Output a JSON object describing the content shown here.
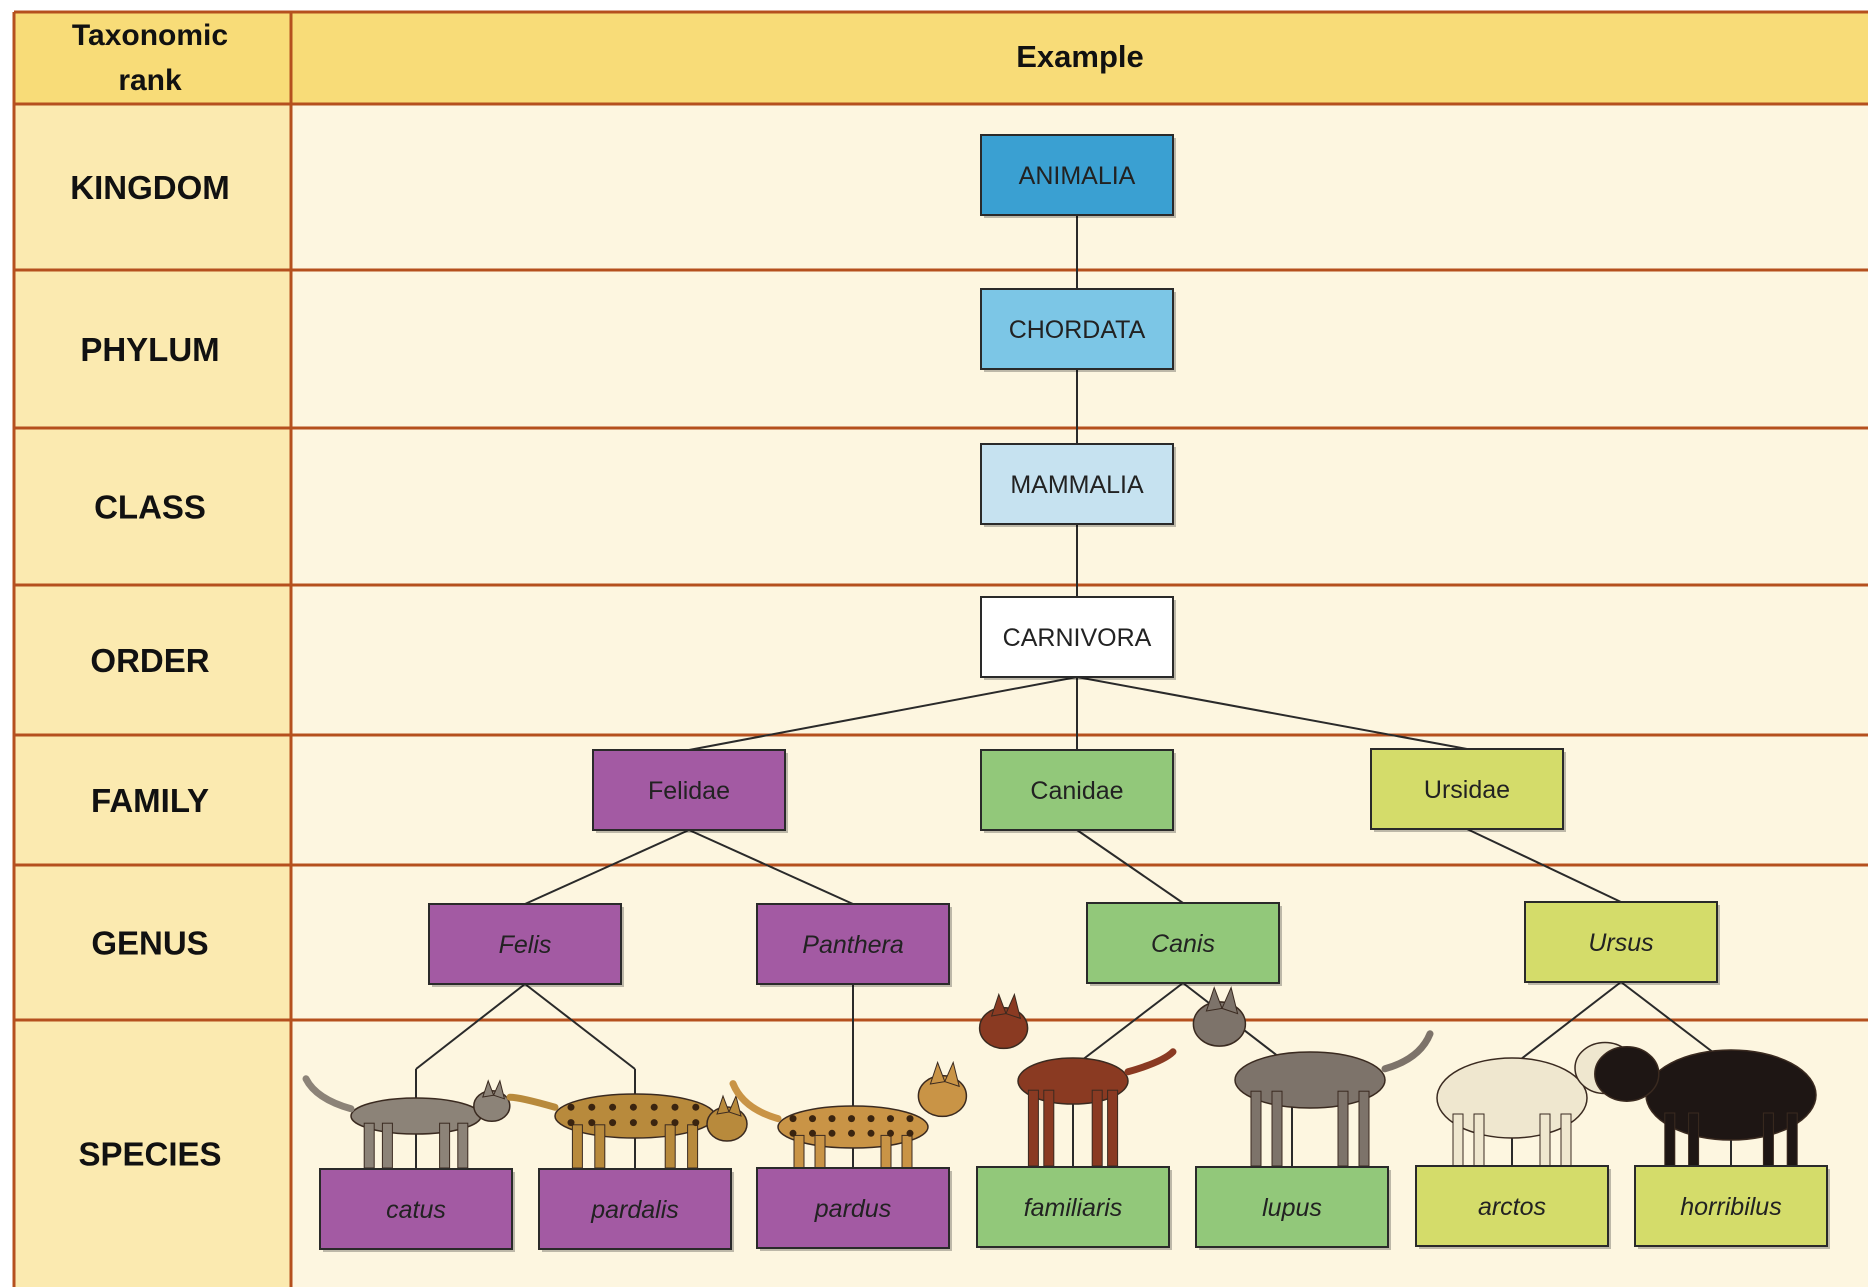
{
  "header": {
    "rank_label": "Taxonomic rank",
    "rank_label_line1": "Taxonomic",
    "rank_label_line2": "rank",
    "example_label": "Example"
  },
  "ranks": [
    "KINGDOM",
    "PHYLUM",
    "CLASS",
    "ORDER",
    "FAMILY",
    "GENUS",
    "SPECIES"
  ],
  "colors": {
    "header_bg": "#f8dc78",
    "rank_col_bg": "#fbeab0",
    "body_bg": "#fdf6e0",
    "grid_line": "#b5501e",
    "kingdom": "#3aa0d2",
    "phylum": "#7cc6e6",
    "class": "#c6e2f0",
    "order": "#ffffff",
    "felidae": "#a35aa3",
    "canidae": "#92c87a",
    "ursidae": "#d4dc6a"
  },
  "nodes": [
    {
      "id": "animalia",
      "label": "ANIMALIA",
      "rank": "KINGDOM",
      "color": "#3aa0d2",
      "italic": false
    },
    {
      "id": "chordata",
      "label": "CHORDATA",
      "rank": "PHYLUM",
      "color": "#7cc6e6",
      "italic": false
    },
    {
      "id": "mammalia",
      "label": "MAMMALIA",
      "rank": "CLASS",
      "color": "#c6e2f0",
      "italic": false
    },
    {
      "id": "carnivora",
      "label": "CARNIVORA",
      "rank": "ORDER",
      "color": "#ffffff",
      "italic": false
    },
    {
      "id": "felidae",
      "label": "Felidae",
      "rank": "FAMILY",
      "color": "#a35aa3",
      "italic": false
    },
    {
      "id": "canidae",
      "label": "Canidae",
      "rank": "FAMILY",
      "color": "#92c87a",
      "italic": false
    },
    {
      "id": "ursidae",
      "label": "Ursidae",
      "rank": "FAMILY",
      "color": "#d4dc6a",
      "italic": false
    },
    {
      "id": "felis",
      "label": "Felis",
      "rank": "GENUS",
      "color": "#a35aa3",
      "italic": true
    },
    {
      "id": "panthera",
      "label": "Panthera",
      "rank": "GENUS",
      "color": "#a35aa3",
      "italic": true
    },
    {
      "id": "canis",
      "label": "Canis",
      "rank": "GENUS",
      "color": "#92c87a",
      "italic": true
    },
    {
      "id": "ursus",
      "label": "Ursus",
      "rank": "GENUS",
      "color": "#d4dc6a",
      "italic": true
    },
    {
      "id": "catus",
      "label": "catus",
      "rank": "SPECIES",
      "color": "#a35aa3",
      "italic": true
    },
    {
      "id": "pardalis",
      "label": "pardalis",
      "rank": "SPECIES",
      "color": "#a35aa3",
      "italic": true
    },
    {
      "id": "pardus",
      "label": "pardus",
      "rank": "SPECIES",
      "color": "#a35aa3",
      "italic": true
    },
    {
      "id": "familiaris",
      "label": "familiaris",
      "rank": "SPECIES",
      "color": "#92c87a",
      "italic": true
    },
    {
      "id": "lupus",
      "label": "lupus",
      "rank": "SPECIES",
      "color": "#92c87a",
      "italic": true
    },
    {
      "id": "arctos",
      "label": "arctos",
      "rank": "SPECIES",
      "color": "#d4dc6a",
      "italic": true
    },
    {
      "id": "horribilus",
      "label": "horribilus",
      "rank": "SPECIES",
      "color": "#d4dc6a",
      "italic": true
    }
  ],
  "edges": [
    [
      "animalia",
      "chordata"
    ],
    [
      "chordata",
      "mammalia"
    ],
    [
      "mammalia",
      "carnivora"
    ],
    [
      "carnivora",
      "felidae"
    ],
    [
      "carnivora",
      "canidae"
    ],
    [
      "carnivora",
      "ursidae"
    ],
    [
      "felidae",
      "felis"
    ],
    [
      "felidae",
      "panthera"
    ],
    [
      "canidae",
      "canis"
    ],
    [
      "ursidae",
      "ursus"
    ],
    [
      "felis",
      "catus"
    ],
    [
      "felis",
      "pardalis"
    ],
    [
      "panthera",
      "pardus"
    ],
    [
      "canis",
      "familiaris"
    ],
    [
      "canis",
      "lupus"
    ],
    [
      "ursus",
      "arctos"
    ],
    [
      "ursus",
      "horribilus"
    ]
  ],
  "animals": [
    {
      "icon": "cat-illustration",
      "species": "catus",
      "color": "#8c8378"
    },
    {
      "icon": "ocelot-illustration",
      "species": "pardalis",
      "color": "#b88a3c"
    },
    {
      "icon": "leopard-illustration",
      "species": "pardus",
      "color": "#c99446"
    },
    {
      "icon": "dog-illustration",
      "species": "familiaris",
      "color": "#8a3a22"
    },
    {
      "icon": "wolf-illustration",
      "species": "lupus",
      "color": "#7d736a"
    },
    {
      "icon": "polar-bear-illustration",
      "species": "arctos",
      "color": "#efe7cf"
    },
    {
      "icon": "black-bear-illustration",
      "species": "horribilus",
      "color": "#1e1614"
    }
  ]
}
